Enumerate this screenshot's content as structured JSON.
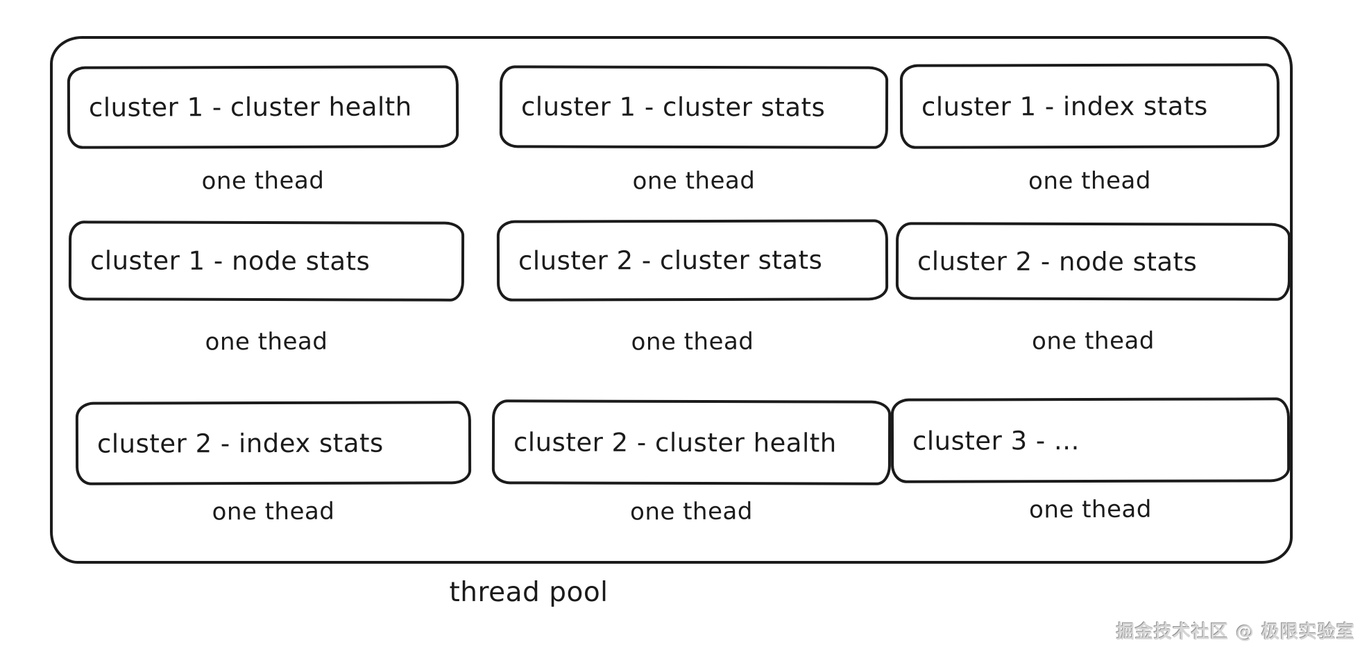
{
  "diagram": {
    "pool_label": "thread pool",
    "watermark": "掘金技术社区 @ 极限实验室",
    "colors": {
      "stroke": "#1b1b1b",
      "background": "#ffffff",
      "watermark": "#d6d6d6"
    },
    "cells": [
      {
        "box": "cluster 1 - cluster health",
        "label": "one thead"
      },
      {
        "box": "cluster 1 - cluster stats",
        "label": "one thead"
      },
      {
        "box": "cluster 1 - index stats",
        "label": "one thead"
      },
      {
        "box": "cluster 1 - node stats",
        "label": "one thead"
      },
      {
        "box": "cluster 2 - cluster stats",
        "label": "one thead"
      },
      {
        "box": "cluster 2 - node stats",
        "label": "one thead"
      },
      {
        "box": "cluster 2 - index stats",
        "label": "one thead"
      },
      {
        "box": "cluster 2 - cluster health",
        "label": "one thead"
      },
      {
        "box": "cluster 3 - ...",
        "label": "one thead"
      }
    ]
  }
}
